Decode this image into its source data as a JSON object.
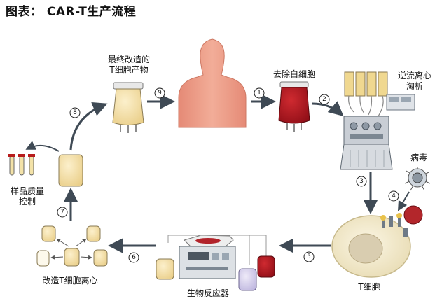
{
  "title": "图表： CAR-T生产流程",
  "labels": {
    "final_product": [
      "最终改造的",
      "T细胞产物"
    ],
    "leukocyte_removal": "去除白细胞",
    "apheresis": [
      "逆流离心",
      "淘析"
    ],
    "virus": "病毒",
    "sample_quality": [
      "样品质量",
      "控制"
    ],
    "modified_centrifuge": "改造T细胞离心",
    "bioreactor": "生物反应器",
    "t_cell": "T细胞"
  },
  "steps": [
    "1",
    "2",
    "3",
    "4",
    "5",
    "6",
    "7",
    "8",
    "9"
  ],
  "colors": {
    "arrow": "#3f4a55",
    "bag_cream": "#f4dfa8",
    "bag_red": "#a8141e",
    "skin": "#e79a85",
    "cell": "#f3ebcf"
  }
}
